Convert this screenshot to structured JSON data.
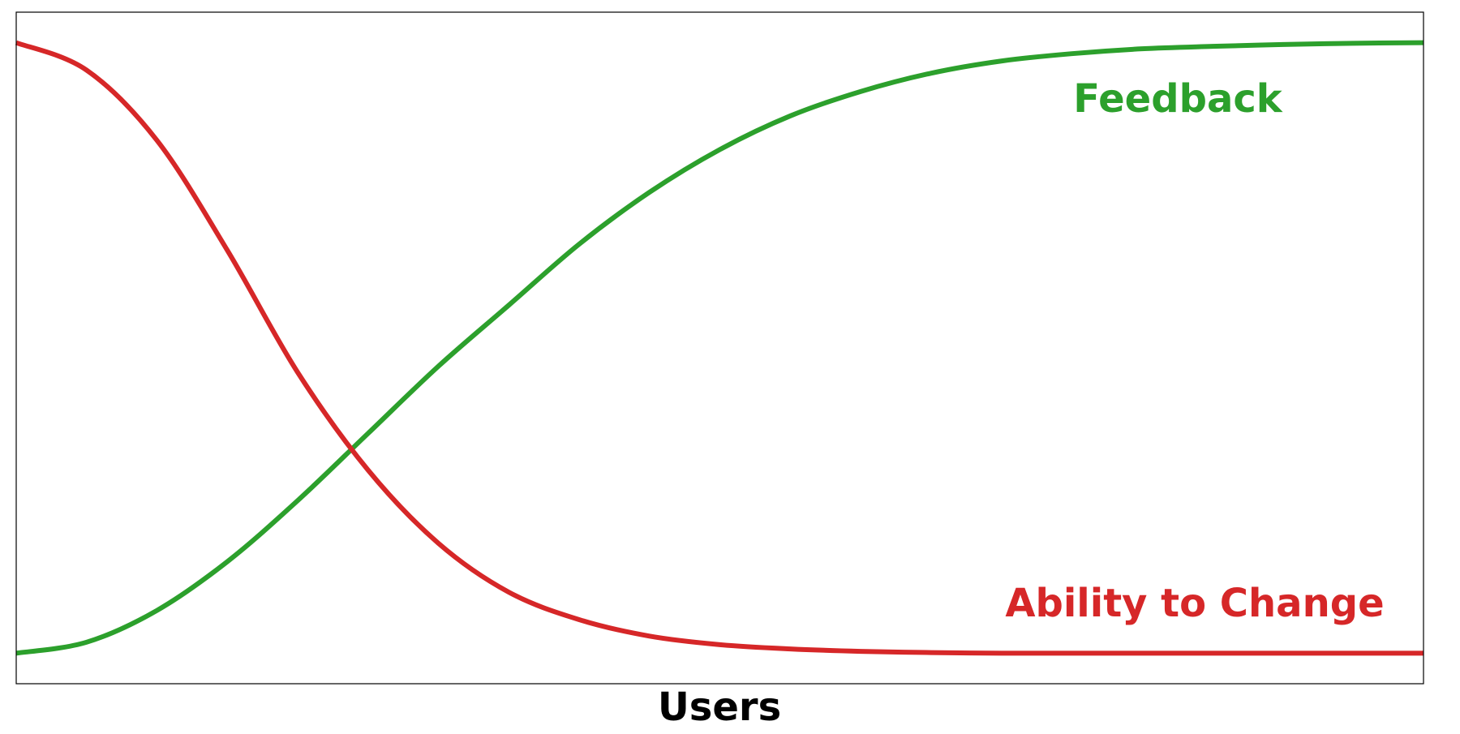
{
  "chart_data": {
    "type": "line",
    "title": "",
    "xlabel": "Users",
    "ylabel": "",
    "xlim": [
      0,
      10
    ],
    "ylim": [
      -0.05,
      1.05
    ],
    "grid": false,
    "legend": "none",
    "series": [
      {
        "name": "Feedback",
        "color": "#2ca02c",
        "x": [
          0,
          0.5,
          1,
          1.5,
          2,
          2.5,
          3,
          3.5,
          4,
          4.5,
          5,
          5.5,
          6,
          6.5,
          7,
          7.5,
          8,
          8.5,
          9,
          9.5,
          10
        ],
        "values": [
          0.0,
          0.018,
          0.07,
          0.15,
          0.25,
          0.36,
          0.47,
          0.57,
          0.67,
          0.755,
          0.825,
          0.88,
          0.92,
          0.95,
          0.97,
          0.982,
          0.99,
          0.994,
          0.997,
          0.999,
          1.0
        ]
      },
      {
        "name": "Ability to Change",
        "color": "#d62728",
        "x": [
          0,
          0.5,
          1,
          1.5,
          2,
          2.5,
          3,
          3.5,
          4,
          4.5,
          5,
          5.5,
          6,
          6.5,
          7,
          7.5,
          8,
          8.5,
          9,
          9.5,
          10
        ],
        "values": [
          1.0,
          0.955,
          0.84,
          0.66,
          0.46,
          0.3,
          0.18,
          0.1,
          0.055,
          0.028,
          0.014,
          0.007,
          0.003,
          0.001,
          0.0,
          0.0,
          0.0,
          0.0,
          0.0,
          0.0,
          0.0
        ]
      }
    ]
  }
}
